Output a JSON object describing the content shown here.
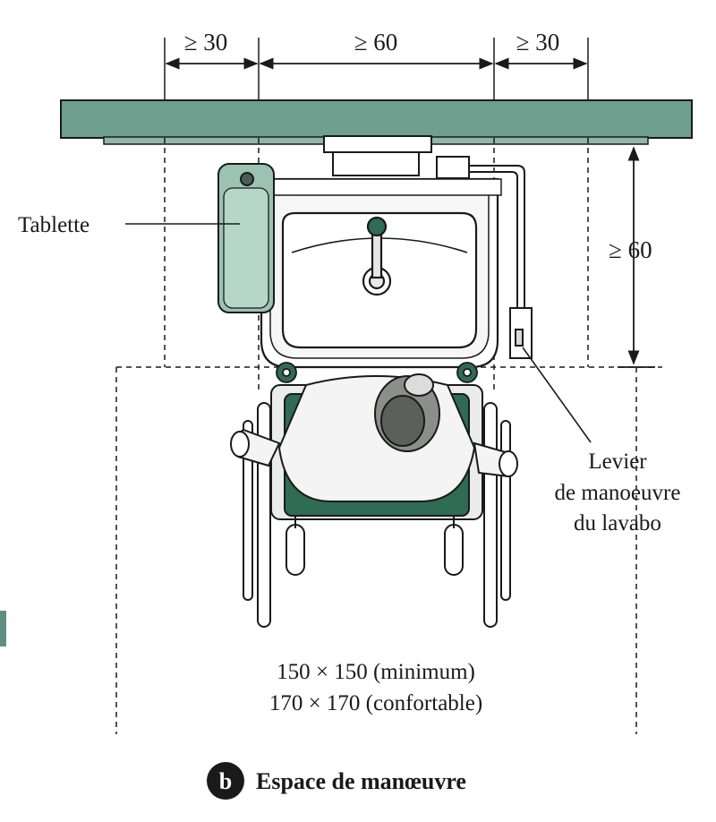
{
  "dimensions": {
    "left_clearance": "≥ 30",
    "center_width": "≥ 60",
    "right_clearance": "≥ 30",
    "depth": "≥ 60"
  },
  "labels": {
    "tablette": "Tablette",
    "lever_line1": "Levier",
    "lever_line2": "de manoeuvre",
    "lever_line3": "du lavabo",
    "space_line1": "150 × 150 (minimum)",
    "space_line2": "170 × 170 (confortable)"
  },
  "caption": {
    "badge": "b",
    "title": "Espace de manœuvre"
  },
  "colors": {
    "counter": "#6e9f8e",
    "green_dark": "#2f6b55",
    "line": "#1a1a1a",
    "paper": "#ffffff"
  }
}
